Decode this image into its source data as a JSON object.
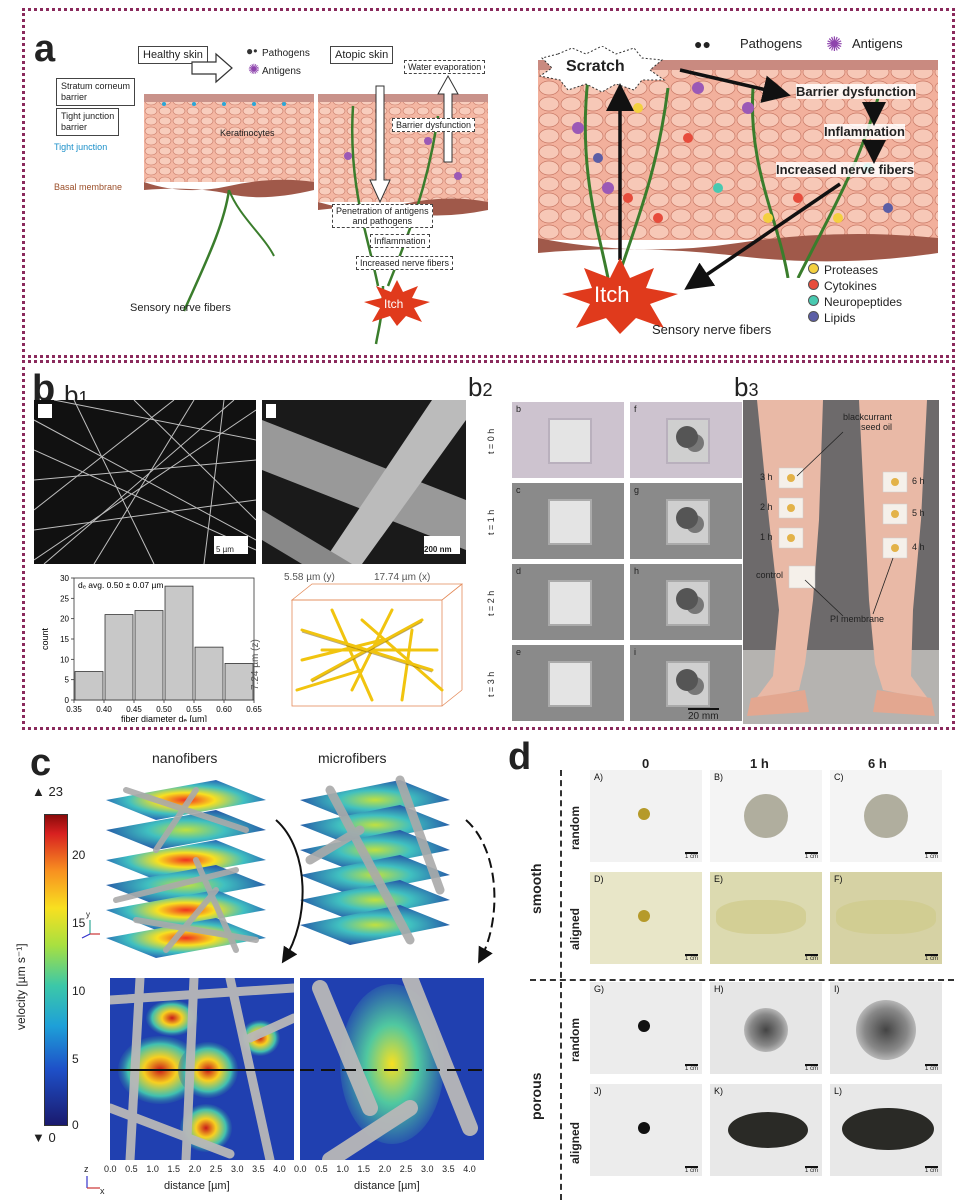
{
  "panel_labels": {
    "a": "a",
    "b": "b",
    "b1": "b",
    "b1sub": "1",
    "b2": "b",
    "b2sub": "2",
    "b3": "b",
    "b3sub": "3",
    "c": "c",
    "d": "d"
  },
  "panel_a": {
    "healthy_skin": "Healthy skin",
    "atopic_skin": "Atopic skin",
    "pathogens": "Pathogens",
    "antigens": "Antigens",
    "stratum_corneum": "Stratum corneum\nbarrier",
    "tight_junction_barrier": "Tight junction\nbarrier",
    "tight_junction": "Tight junction",
    "basal_membrane": "Basal membrane",
    "keratinocytes": "Keratinocytes",
    "sensory_nerve_fibers_left": "Sensory nerve fibers",
    "water_evaporation": "Water evaporation",
    "barrier_dysfunction_small": "Barrier dysfunction",
    "penetration": "Penetration of antigens\nand pathogens",
    "inflammation_small": "Inflammation",
    "increased_nerve_small": "Increased nerve fibers",
    "itch_small": "Itch",
    "right_pathogens": "Pathogens",
    "right_antigens": "Antigens",
    "scratch": "Scratch",
    "barrier_dysfunction": "Barrier dysfunction",
    "inflammation": "Inflammation",
    "increased_nerve": "Increased nerve fibers",
    "itch_big": "Itch",
    "sensory_nerve_fibers_right": "Sensory nerve fibers",
    "legend": [
      {
        "label": "Proteases",
        "color": "#f4d03f"
      },
      {
        "label": "Cytokines",
        "color": "#e74c3c"
      },
      {
        "label": "Neuropeptides",
        "color": "#48c9b0"
      },
      {
        "label": "Lipids",
        "color": "#5b5ea6"
      }
    ]
  },
  "panel_b1": {
    "scale1": "5 µm",
    "scale2": "200 nm",
    "dims_y": "5.58 µm (y)",
    "dims_x": "17.74 µm (x)",
    "dims_z": "7.24 µm (z)"
  },
  "panel_b2": {
    "rows": [
      "t = 0 h",
      "t = 1 h",
      "t = 2 h",
      "t = 3 h"
    ],
    "left_letters": [
      "b",
      "c",
      "d",
      "e"
    ],
    "right_letters": [
      "f",
      "g",
      "h",
      "i"
    ],
    "scale": "20 mm"
  },
  "panel_b3": {
    "blackcurrant": "blackcurrant\nseed oil",
    "left_times": [
      "3 h",
      "2 h",
      "1 h"
    ],
    "right_times": [
      "6 h",
      "5 h",
      "4 h"
    ],
    "control": "control",
    "pi_membrane": "PI membrane"
  },
  "chart_data": {
    "type": "bar",
    "title": "dₑ avg. 0.50 ± 0.07 µm",
    "xlabel": "fiber diameter dₑ [µm]",
    "ylabel": "count",
    "bin_edges": [
      0.35,
      0.4,
      0.45,
      0.5,
      0.55,
      0.6,
      0.65
    ],
    "values": [
      7,
      21,
      22,
      28,
      13,
      9
    ],
    "xticks": [
      "0.35",
      "0.40",
      "0.45",
      "0.50",
      "0.55",
      "0.60",
      "0.65"
    ],
    "yticks": [
      "0",
      "5",
      "10",
      "15",
      "20",
      "25",
      "30"
    ],
    "ylim": [
      0,
      30
    ]
  },
  "panel_c": {
    "nanofibers": "nanofibers",
    "microfibers": "microfibers",
    "cbar_top": "▲ 23",
    "cbar_bottom": "▼ 0",
    "cbar_ticks": [
      "20",
      "15",
      "10",
      "5",
      "0"
    ],
    "cbar_label": "velocity [µm s⁻¹]",
    "xlabel1": "distance [µm]",
    "xlabel2": "distance [µm]",
    "xticks1": [
      "0.0",
      "0.5",
      "1.0",
      "1.5",
      "2.0",
      "2.5",
      "3.0",
      "3.5",
      "4.0"
    ],
    "xticks2": [
      "0.0",
      "0.5",
      "1.0",
      "1.5",
      "2.0",
      "2.5",
      "3.0",
      "3.5",
      "4.0"
    ],
    "axis_z": "z",
    "axis_x": "x",
    "axis_y": "y"
  },
  "panel_d": {
    "cols": [
      "0",
      "1 h",
      "6 h"
    ],
    "group_smooth": "smooth",
    "group_porous": "porous",
    "row_labels": [
      "random",
      "aligned",
      "random",
      "aligned"
    ],
    "cells": [
      "A)",
      "B)",
      "C)",
      "D)",
      "E)",
      "F)",
      "G)",
      "H)",
      "I)",
      "J)",
      "K)",
      "L)"
    ],
    "scale": "1 cm"
  }
}
